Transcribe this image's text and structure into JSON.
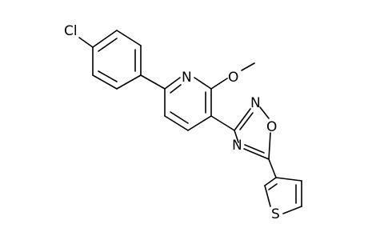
{
  "molecule": {
    "atoms": [
      {
        "id": "cl",
        "label": "Cl"
      },
      {
        "id": "n_pyr",
        "label": "N"
      },
      {
        "id": "o_me",
        "label": "O"
      },
      {
        "id": "n_ox2",
        "label": "N"
      },
      {
        "id": "o_ox",
        "label": "O"
      },
      {
        "id": "n_ox4",
        "label": "N"
      },
      {
        "id": "s_th",
        "label": "S"
      }
    ]
  }
}
